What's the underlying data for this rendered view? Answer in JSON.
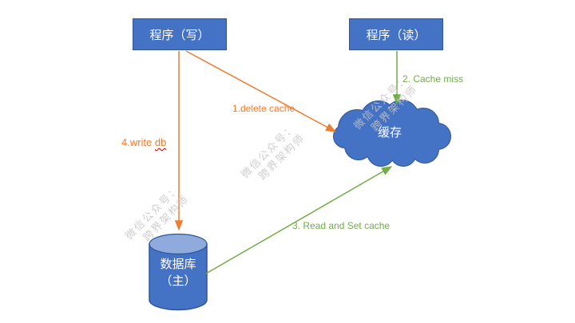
{
  "diagram": {
    "nodes": {
      "program_write": {
        "label": "程序（写）"
      },
      "program_read": {
        "label": "程序（读）"
      },
      "cache": {
        "label": "缓存"
      },
      "database": {
        "label_line1": "数据库",
        "label_line2": "（主）"
      }
    },
    "edges": {
      "delete_cache": {
        "label": "1.delete cache"
      },
      "cache_miss": {
        "label": "2. Cache miss"
      },
      "read_set_cache": {
        "label": "3. Read and Set cache"
      },
      "write_db": {
        "prefix": "4.write ",
        "word": "db"
      }
    },
    "watermark": {
      "line1": "微信公众号：",
      "line2": "跨界架构师"
    },
    "colors": {
      "node_fill": "#4472C4",
      "node_border": "#2F5597",
      "cylinder_top_fill": "#8FAADC",
      "node_text": "#FFFFFF",
      "arrow_orange": "#ED7D31",
      "arrow_green": "#70AD47",
      "spellcheck_underline_red": "#C00000",
      "watermark_gray": "#C6C6C6",
      "background": "#FFFFFF"
    }
  }
}
